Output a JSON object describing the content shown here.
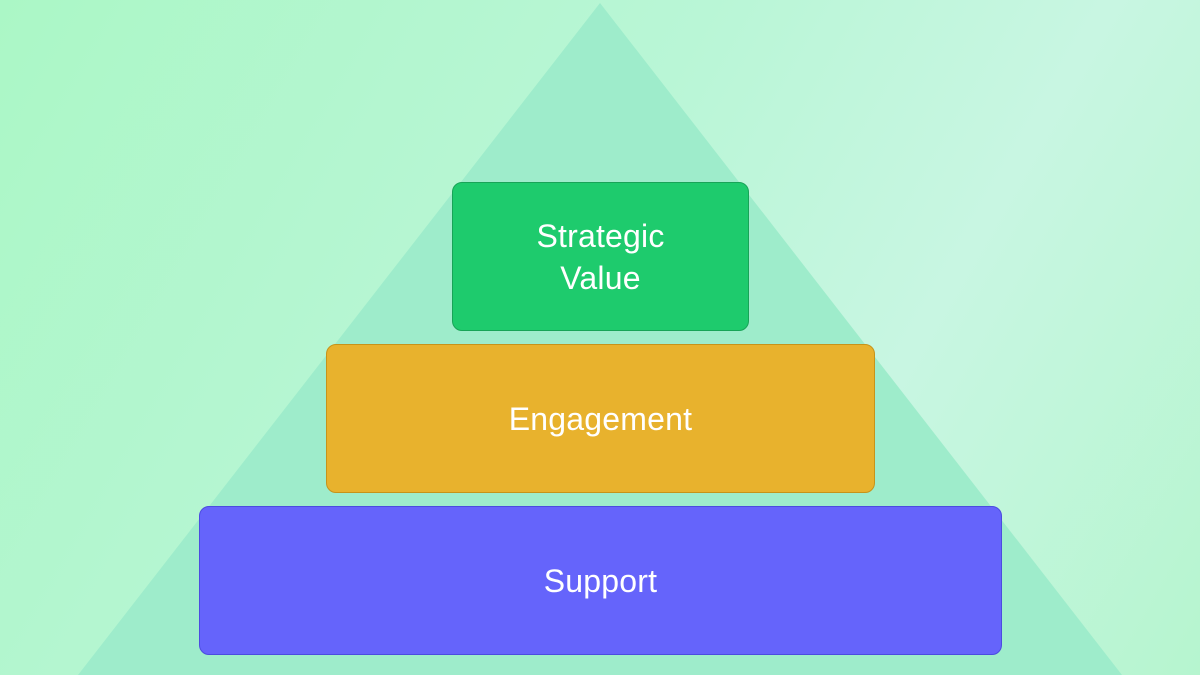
{
  "diagram": {
    "type": "pyramid",
    "colors": {
      "background": "#b6f5cf",
      "pyramid_shape": "#9eeccb",
      "top": "#1ecb6d",
      "middle": "#e8b22d",
      "bottom": "#6564fb",
      "text": "#ffffff"
    },
    "tiers": [
      {
        "label": "Strategic\nValue",
        "level": "top"
      },
      {
        "label": "Engagement",
        "level": "middle"
      },
      {
        "label": "Support",
        "level": "bottom"
      }
    ]
  }
}
